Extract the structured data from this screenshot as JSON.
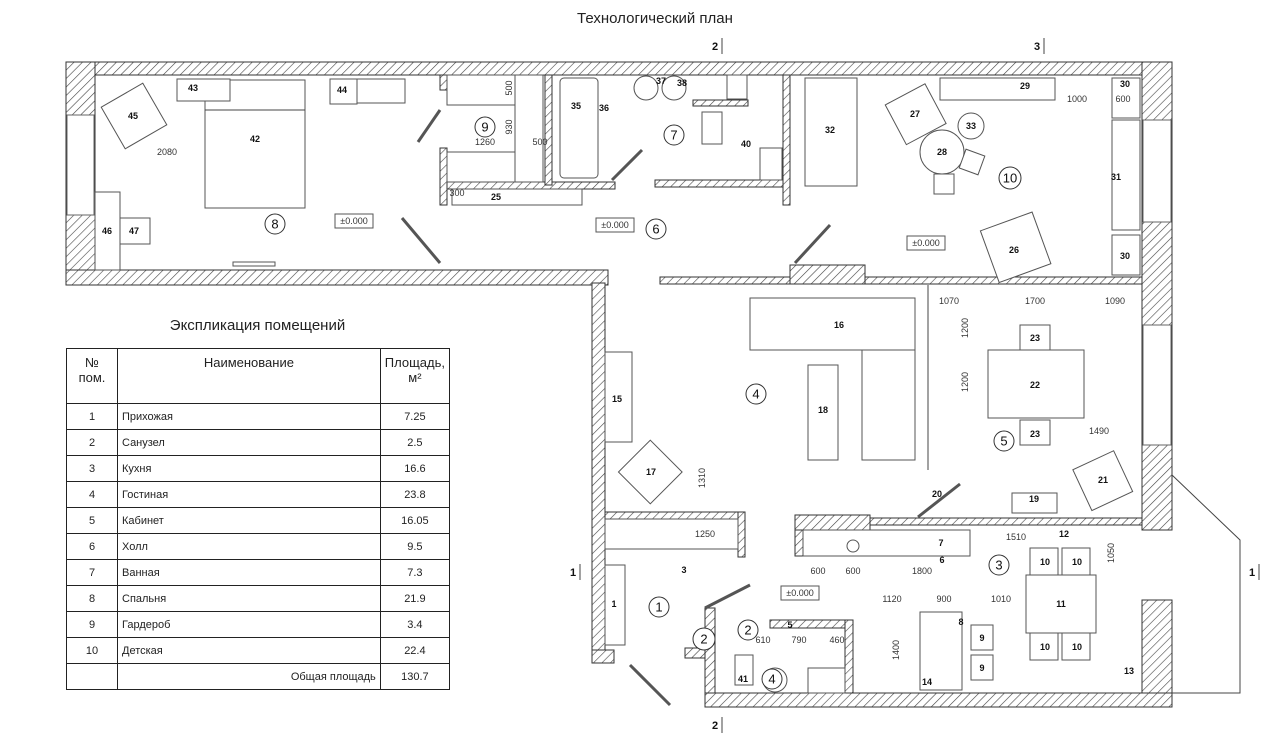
{
  "title": "Технологический план",
  "explication": {
    "heading": "Экспликация помещений",
    "columns": {
      "num": "№ пом.",
      "name": "Наименование",
      "area": "Площадь,",
      "area_unit": "м²"
    },
    "rows": [
      {
        "num": "1",
        "name": "Прихожая",
        "area": "7.25"
      },
      {
        "num": "2",
        "name": "Санузел",
        "area": "2.5"
      },
      {
        "num": "3",
        "name": "Кухня",
        "area": "16.6"
      },
      {
        "num": "4",
        "name": "Гостиная",
        "area": "23.8"
      },
      {
        "num": "5",
        "name": "Кабинет",
        "area": "16.05"
      },
      {
        "num": "6",
        "name": "Холл",
        "area": "9.5"
      },
      {
        "num": "7",
        "name": "Ванная",
        "area": "7.3"
      },
      {
        "num": "8",
        "name": "Спальня",
        "area": "21.9"
      },
      {
        "num": "9",
        "name": "Гардероб",
        "area": "3.4"
      },
      {
        "num": "10",
        "name": "Детская",
        "area": "22.4"
      }
    ],
    "total_label": "Общая площадь",
    "total_value": "130.7"
  },
  "plan": {
    "section_marks": [
      "2",
      "3",
      "1",
      "1",
      "2"
    ],
    "room_marks": [
      "8",
      "9",
      "7",
      "6",
      "10",
      "4",
      "5",
      "1",
      "3",
      "2",
      "2",
      "4"
    ],
    "level_marks": [
      "±0.000",
      "±0.000",
      "±0.000",
      "±0.000"
    ],
    "furniture_marks": [
      "43",
      "44",
      "45",
      "42",
      "46",
      "47",
      "25",
      "35",
      "36",
      "37",
      "38",
      "40",
      "32",
      "29",
      "30",
      "27",
      "33",
      "28",
      "31",
      "26",
      "30",
      "16",
      "15",
      "18",
      "17",
      "23",
      "22",
      "23",
      "21",
      "20",
      "19",
      "7",
      "6",
      "12",
      "10",
      "10",
      "10",
      "10",
      "11",
      "1",
      "3",
      "8",
      "9",
      "9",
      "14",
      "13",
      "41",
      "5"
    ],
    "dimensions": [
      "2080",
      "1260",
      "500",
      "300",
      "1000",
      "600",
      "1070",
      "1700",
      "1090",
      "1490",
      "1250",
      "1510",
      "600",
      "600",
      "1800",
      "1120",
      "900",
      "1010",
      "610",
      "790",
      "460"
    ],
    "vertical_dimensions": [
      "500",
      "930",
      "1310",
      "1200",
      "1200",
      "1050",
      "1400"
    ]
  }
}
